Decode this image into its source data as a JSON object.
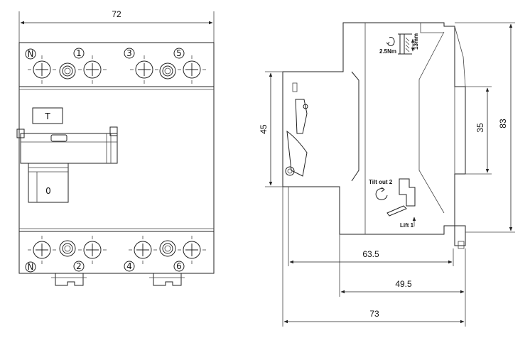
{
  "front_view": {
    "width_label": "72",
    "top_terminals": [
      "N",
      "1",
      "3",
      "5"
    ],
    "bottom_terminals": [
      "N",
      "2",
      "4",
      "6"
    ],
    "test_button_symbol": "T",
    "indicator_symbol": "0"
  },
  "side_view": {
    "dim_45": "45",
    "dim_35": "35",
    "dim_83": "83",
    "dim_63_5": "63.5",
    "dim_49_5": "49.5",
    "dim_73": "73",
    "torque_label": "2.5Nm",
    "screw_depth_label": "13mm",
    "tilt_label": "Tilt out 2",
    "lift_label": "Lift 1"
  }
}
